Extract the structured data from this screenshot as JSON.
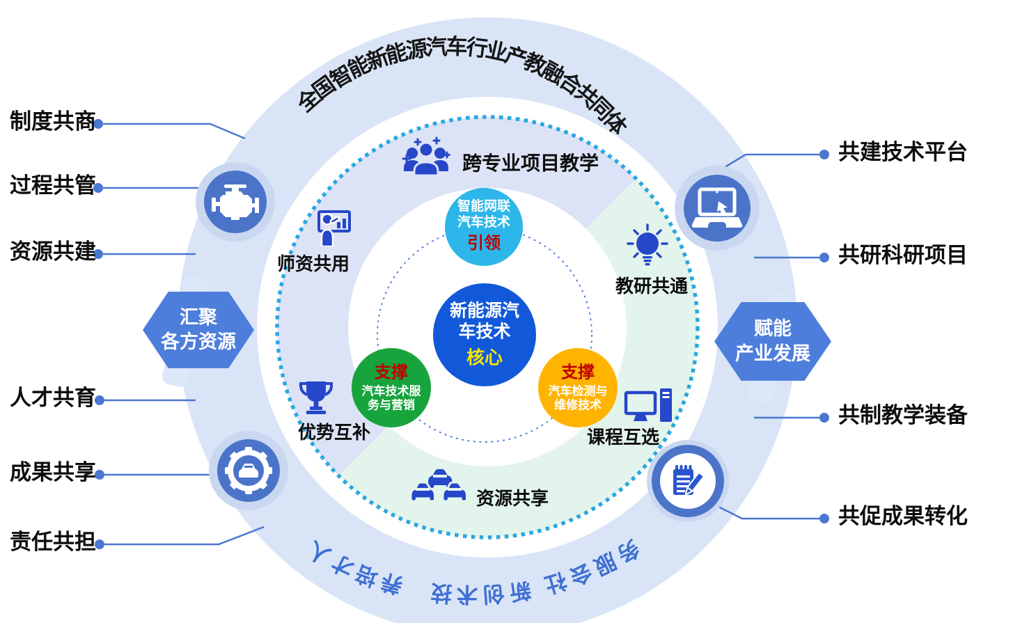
{
  "title_arc": {
    "text": "全国智能新能源汽车行业产教融合共同体"
  },
  "bottom_arc": {
    "items": [
      "人才培养",
      "技术创新",
      "社会服务"
    ]
  },
  "left_labels": {
    "items": [
      "制度共商",
      "过程共管",
      "资源共建",
      "人才共育",
      "成果共享",
      "责任共担"
    ]
  },
  "right_labels": {
    "items": [
      "共建技术平台",
      "共研科研项目",
      "共制教学装备",
      "共促成果转化"
    ]
  },
  "hexagons": {
    "left": {
      "line1": "汇聚",
      "line2": "各方资源"
    },
    "right": {
      "line1": "赋能",
      "line2": "产业发展"
    }
  },
  "center_circle": {
    "line1": "新能源汽",
    "line2": "车技术",
    "tag": "核心"
  },
  "satellites": {
    "lead": {
      "line1": "智能网联",
      "line2": "汽车技术",
      "tag": "引领"
    },
    "support_left": {
      "tag": "支撑",
      "line1": "汽车技术服",
      "line2": "务与营销"
    },
    "support_right": {
      "tag": "支撑",
      "line1": "汽车检测与",
      "line2": "维修技术"
    }
  },
  "ring_items": {
    "top": "跨专业项目教学",
    "left": "师资共用",
    "right": "教研共通",
    "bottom_left": "优势互补",
    "bottom_right": "课程互选",
    "bottom": "资源共享"
  },
  "icons": {
    "ring_badges": [
      "engine-icon",
      "laptop-icon",
      "gear-car-icon",
      "notepad-pencil-icon"
    ],
    "inner": [
      "team-group-icon",
      "teacher-presentation-icon",
      "lightbulb-icon",
      "trophy-icon",
      "desktop-pc-icon",
      "cars-icon"
    ]
  },
  "colors": {
    "band_blue": "#d9e5f6",
    "stripe_blue": "#dce8fa",
    "lavender": "#dde3f6",
    "mint": "#e3f4ec",
    "dot_cyan": "#2aa7e0",
    "inner_dot_blue": "#5b83d8",
    "line_blue": "#4a77cf",
    "badge_blue": "#4b74c9",
    "halo_blue": "#c9d8f0",
    "icon_blue": "#2647c9",
    "notepad_blue": "#2b55cc",
    "hex_blue": "#4e7edb",
    "center_blue": "#1159d9",
    "lead_cyan": "#2cb6e9",
    "support_green": "#18a43d",
    "support_amber": "#ffb402",
    "tag_red": "#c00000",
    "tag_yellow": "#f6e400",
    "arc_text_blue": "#3f6fd3",
    "label_black": "#0d0d0d"
  }
}
